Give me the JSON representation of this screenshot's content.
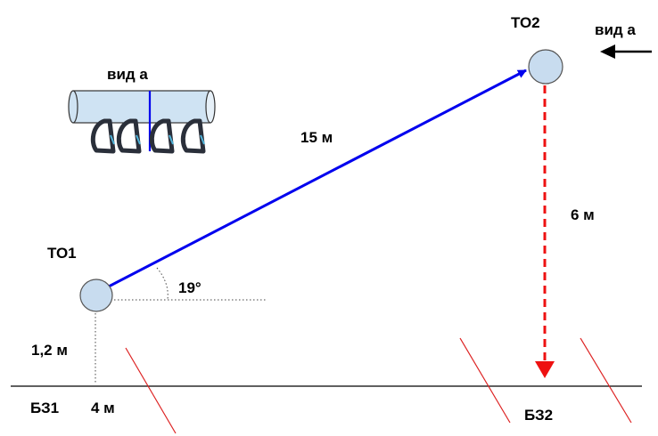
{
  "labels": {
    "to1": "ТО1",
    "to2": "ТО2",
    "view_a_top": "вид а",
    "view_a_side": "вид а",
    "distance_main": "15 м",
    "distance_drop": "6 м",
    "angle": "19°",
    "height": "1,2 м",
    "bz1": "БЗ1",
    "distance_ground": "4 м",
    "bz2": "БЗ2"
  },
  "colors": {
    "rope": "#0000ee",
    "drop": "#ee1111",
    "anchor_fill": "#c8dcef",
    "anchor_stroke": "#555555",
    "pipe_fill": "#cfe3f3",
    "hatch": "#dd2222",
    "carabiner": "#2a2f3a",
    "carabiner_accent": "#4fb3d9"
  },
  "icons": {
    "arrow": "arrow-left-icon",
    "carabiner": "carabiner-icon"
  }
}
